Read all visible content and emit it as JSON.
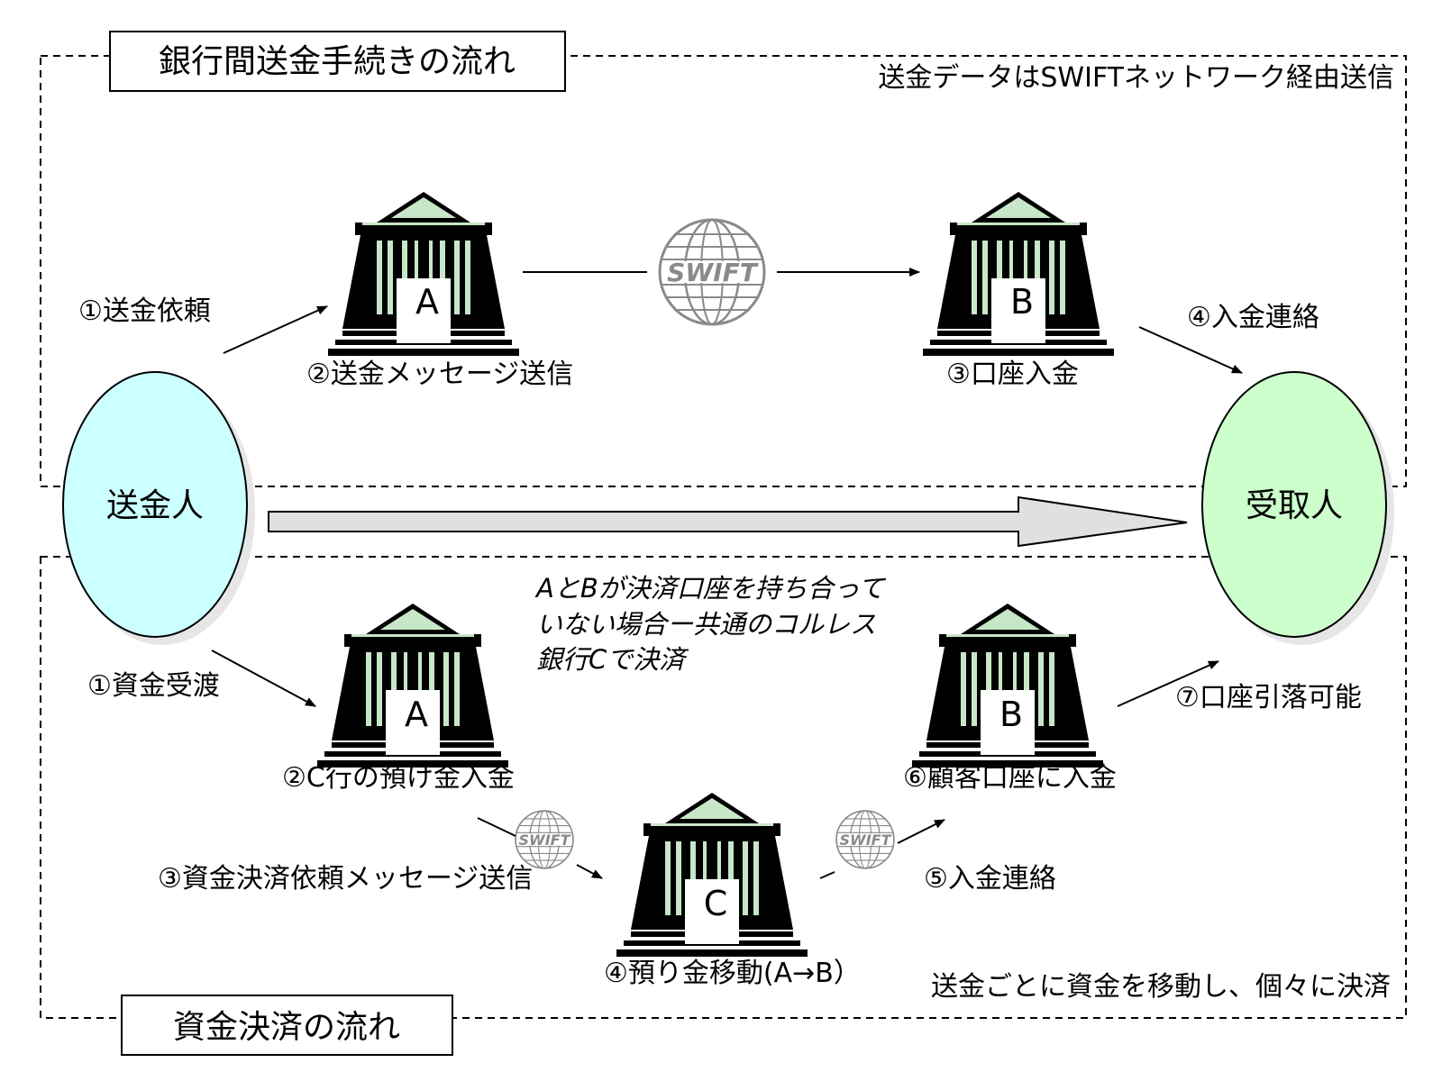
{
  "sections": {
    "top": {
      "title": "銀行間送金手続きの流れ",
      "note": "送金データはSWIFTネットワーク経由送信"
    },
    "bottom": {
      "title": "資金決済の流れ",
      "note": "送金ごとに資金を移動し、個々に決済"
    }
  },
  "nodes": {
    "sender": {
      "label": "送金人",
      "color": "#ccffff"
    },
    "receiver": {
      "label": "受取人",
      "color": "#ccffcc"
    }
  },
  "banks": {
    "top_a": "A",
    "top_b": "B",
    "bottom_a": "A",
    "bottom_b": "B",
    "bottom_c": "C"
  },
  "swift": {
    "text": "SWIFT",
    "icon": "swift-globe-icon"
  },
  "top_steps": {
    "s1": "①送金依頼",
    "s2": "②送金メッセージ送信",
    "s3": "③口座入金",
    "s4": "④入金連絡"
  },
  "bottom_steps": {
    "s1": "①資金受渡",
    "s2": "②C行の預け金入金",
    "s3": "③資金決済依頼メッセージ送信",
    "s4": "④預り金移動(A→B）",
    "s5": "⑤入金連絡",
    "s6": "⑥顧客口座に入金",
    "s7": "⑦口座引落可能"
  },
  "correspondent_note": {
    "line1": "AとBが決済口座を持ち合って",
    "line2": "いない場合ー共通のコルレス",
    "line3": "銀行Cで決済"
  },
  "colors": {
    "bank_column": "#c8e6c8",
    "swift_gray": "#8a8a8a"
  }
}
